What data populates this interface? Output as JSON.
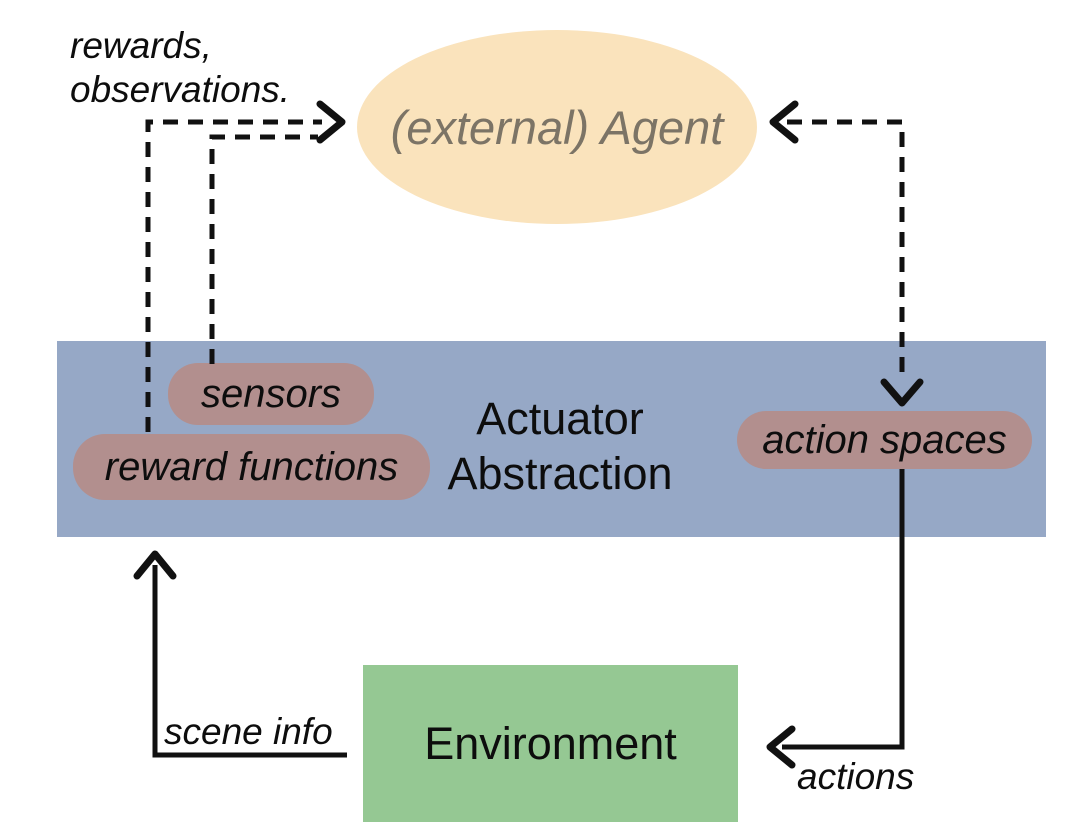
{
  "colors": {
    "agent_ellipse": "#FAE3BC",
    "agent_text": "#7C7466",
    "band": "#96A8C6",
    "pill": "#B28F8E",
    "environment": "#95C893"
  },
  "agent": {
    "label": "(external) Agent"
  },
  "top_label": {
    "line1": "rewards,",
    "line2": "observations."
  },
  "band": {
    "title_line1": "Actuator",
    "title_line2": "Abstraction",
    "pills": {
      "sensors": "sensors",
      "reward_functions": "reward functions",
      "action_spaces": "action spaces"
    }
  },
  "environment": {
    "label": "Environment"
  },
  "edge_labels": {
    "scene_info": "scene info",
    "actions": "actions"
  }
}
